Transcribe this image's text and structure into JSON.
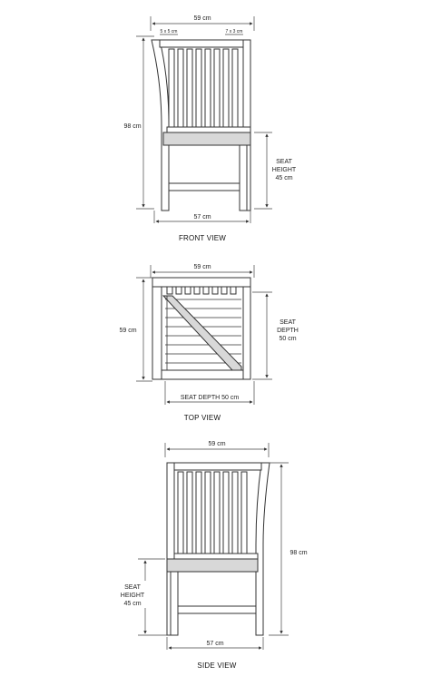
{
  "front_view": {
    "title": "FRONT VIEW",
    "width_top": "59 cm",
    "post_size_left": "5 x 5 cm",
    "post_size_right": "7 x 3 cm",
    "height": "98 cm",
    "width_bottom": "57 cm",
    "seat_height_line1": "SEAT",
    "seat_height_line2": "HEIGHT",
    "seat_height_line3": "45 cm"
  },
  "top_view": {
    "title": "TOP VIEW",
    "width_top": "59 cm",
    "depth_left": "59 cm",
    "seat_depth_line1": "SEAT",
    "seat_depth_line2": "DEPTH",
    "seat_depth_line3": "50 cm",
    "seat_depth_bottom": "SEAT DEPTH 50 cm"
  },
  "side_view": {
    "title": "SIDE VIEW",
    "width_top": "59 cm",
    "height": "98 cm",
    "width_bottom": "57 cm",
    "seat_height_line1": "SEAT",
    "seat_height_line2": "HEIGHT",
    "seat_height_line3": "45 cm"
  }
}
